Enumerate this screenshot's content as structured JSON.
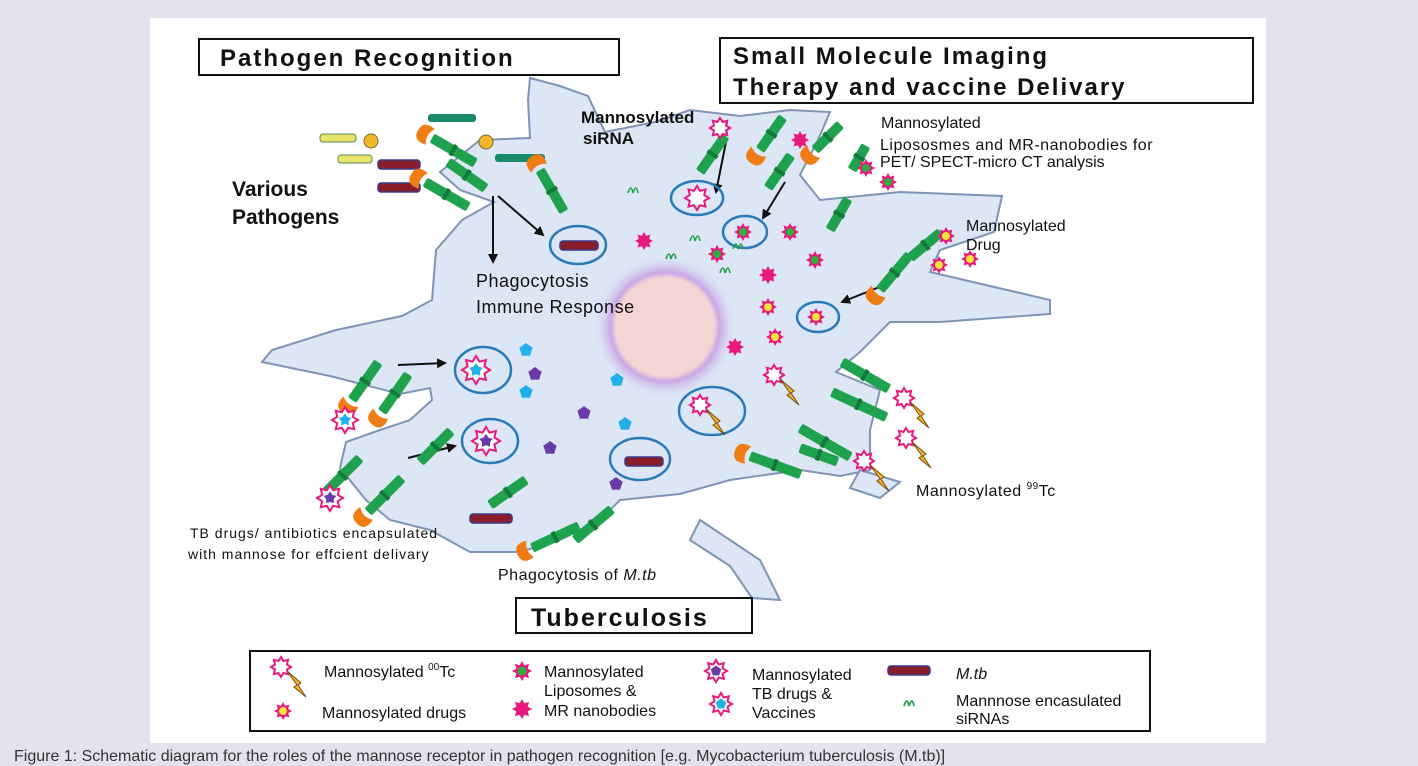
{
  "headings": {
    "pathogen_recognition": "Pathogen Recognition",
    "imaging_line1": "Small Molecule Imaging",
    "imaging_line2": "Therapy and vaccine Delivary",
    "tuberculosis": "Tuberculosis"
  },
  "labels": {
    "various_pathogens_1": "Various",
    "various_pathogens_2": "Pathogens",
    "mannosylated_sirna_1": "Mannosylated",
    "mannosylated_sirna_2": "siRNA",
    "liposomes_1": "Mannosylated",
    "liposomes_2": "Lipososmes and MR-nanobodies for",
    "liposomes_3": "PET/ SPECT-micro CT analysis",
    "mannosylated_drug_1": "Mannosylated",
    "mannosylated_drug_2": "Drug",
    "phagocytosis": "Phagocytosis",
    "immune_response": "Immune Response",
    "mannosylated_tc": "Mannosylated",
    "tc_superscript": "99",
    "tc_suffix": "Tc",
    "tb_drugs_1": "TB drugs/ antibiotics encapsulated",
    "tb_drugs_2": "with mannose for effcient delivary",
    "phago_mtb_prefix": "Phagocytosis of ",
    "phago_mtb_italic": "M.tb"
  },
  "legend": {
    "tc_label": "Mannosylated",
    "tc_superscript": "00",
    "tc_suffix": "Tc",
    "drugs": "Mannosylated drugs",
    "liposomes_1": "Mannosylated",
    "liposomes_2": "Liposomes &",
    "liposomes_3": "MR nanobodies",
    "tb_1": "Mannosylated",
    "tb_2": "TB drugs &",
    "tb_3": "Vaccines",
    "mtb": "M.tb",
    "sirna_1": "Mannnose encasulated",
    "sirna_2": "siRNAs"
  },
  "caption": "Figure 1: Schematic diagram for the roles of the mannose receptor in pathogen recognition [e.g. Mycobacterium tuberculosis (M.tb)]",
  "colors": {
    "cell": "#dce6f4",
    "receptor": "#1ea24e",
    "ligand": "#f07d14",
    "vesicle": "#2a7ab8",
    "mtb": "#8b1c2a",
    "magenta": "#e8197c",
    "nucleus": "#f3d6d4"
  }
}
